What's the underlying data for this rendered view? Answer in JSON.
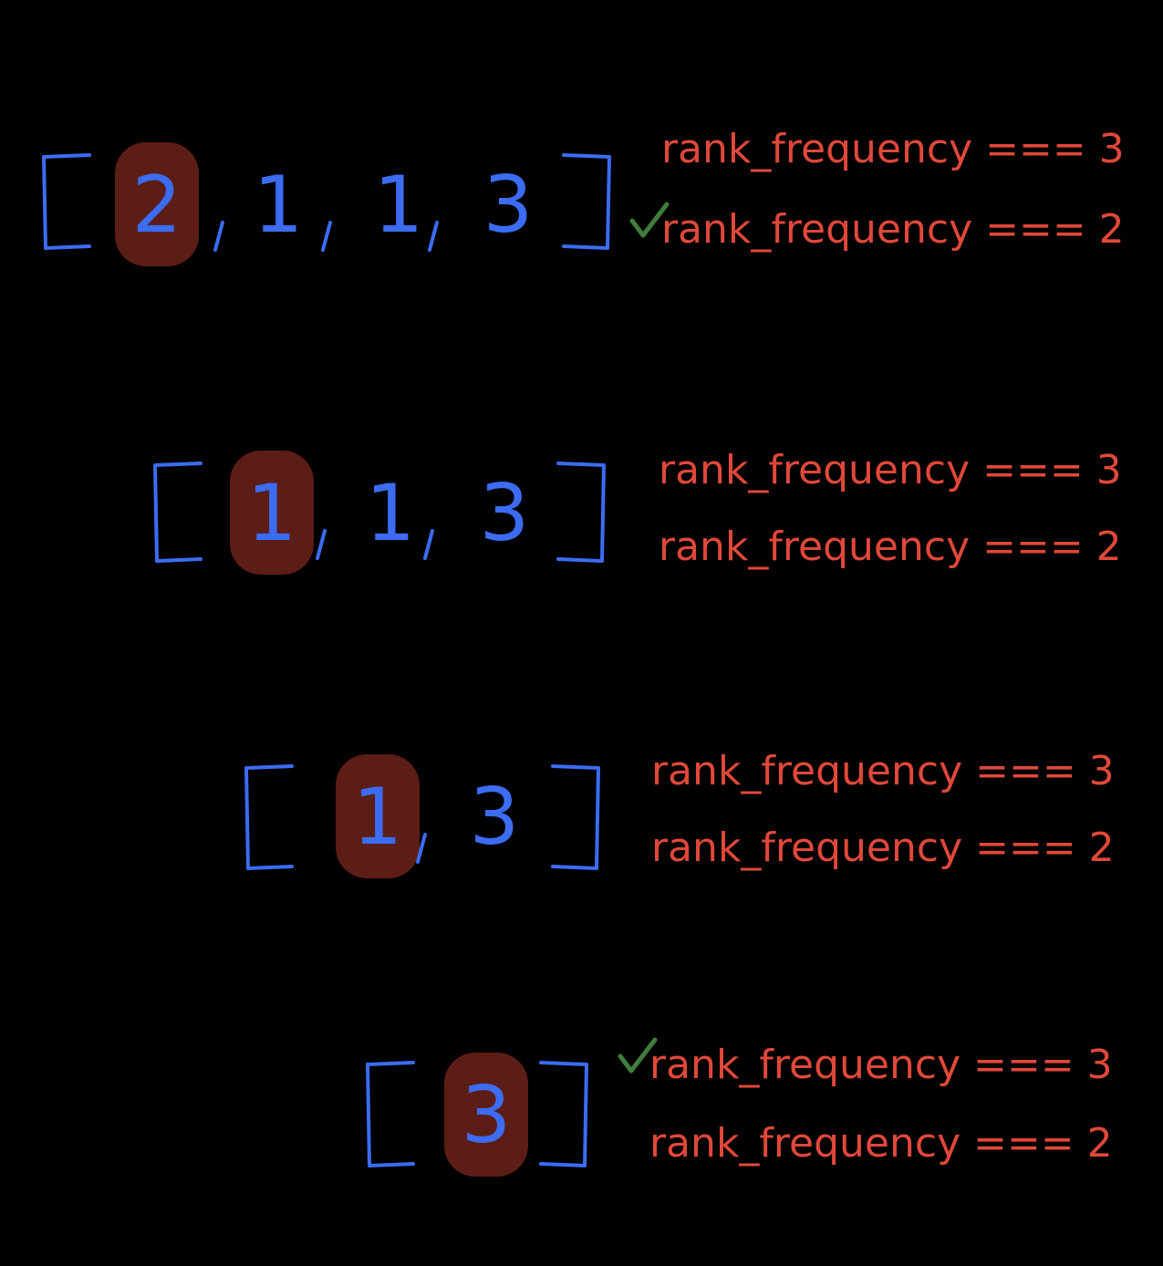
{
  "colors": {
    "background": "#000000",
    "array_ink": "#3b6cf2",
    "condition_ink": "#e0483a",
    "highlight": "#5c1d17",
    "check": "#3f7d3c"
  },
  "icons": {
    "check": "checkmark-icon"
  },
  "steps": [
    {
      "elements": [
        "2",
        "1",
        "1",
        "3"
      ],
      "highlighted_index": 0,
      "conditions": [
        {
          "text": "rank_frequency === 3",
          "checked": false
        },
        {
          "text": "rank_frequency === 2",
          "checked": true
        }
      ]
    },
    {
      "elements": [
        "1",
        "1",
        "3"
      ],
      "highlighted_index": 0,
      "conditions": [
        {
          "text": "rank_frequency === 3",
          "checked": false
        },
        {
          "text": "rank_frequency === 2",
          "checked": false
        }
      ]
    },
    {
      "elements": [
        "1",
        "3"
      ],
      "highlighted_index": 0,
      "conditions": [
        {
          "text": "rank_frequency === 3",
          "checked": false
        },
        {
          "text": "rank_frequency === 2",
          "checked": false
        }
      ]
    },
    {
      "elements": [
        "3"
      ],
      "highlighted_index": 0,
      "conditions": [
        {
          "text": "rank_frequency === 3",
          "checked": true
        },
        {
          "text": "rank_frequency === 2",
          "checked": false
        }
      ]
    }
  ]
}
